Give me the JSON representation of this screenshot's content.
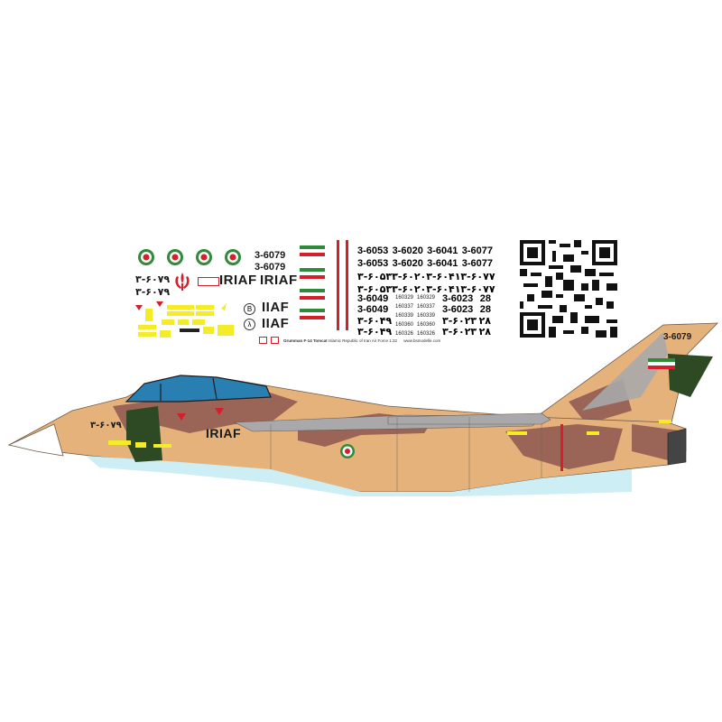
{
  "sheet": {
    "colors": {
      "sand": "#e5b27c",
      "brown": "#9a6457",
      "green": "#2e4a25",
      "canopy": "#2a7fb2",
      "underside": "#cdeef5",
      "grey": "#a9a9ab",
      "roundel_green": "#2f8a3b",
      "roundel_red": "#d4202a",
      "stencil_yellow": "#f3ec27"
    },
    "decals": {
      "serial_top_1": "3-6079",
      "serial_top_2": "3-6079",
      "serial_fa_1": "۳-۶۰۷۹",
      "serial_fa_2": "۳-۶۰۷۹",
      "iriaf_1": "IRIAF",
      "iriaf_2": "IRIAF",
      "iiaf_1": "IIAF",
      "iiaf_2": "IIAF",
      "grid_rows": [
        [
          "3-6053",
          "3-6020",
          "3-6041",
          "3-6077"
        ],
        [
          "3-6053",
          "3-6020",
          "3-6041",
          "3-6077"
        ],
        [
          "۳-۶۰۵۳",
          "۳-۶۰۲۰",
          "۳-۶۰۴۱",
          "۳-۶۰۷۷"
        ],
        [
          "۳-۶۰۵۳",
          "۳-۶۰۲۰",
          "۳-۶۰۴۱",
          "۳-۶۰۷۷"
        ]
      ],
      "lower_left_col": [
        "3-6049",
        "3-6049",
        "۳-۶۰۴۹",
        "۳-۶۰۴۹"
      ],
      "bureau_col_1": [
        "160329",
        "160337",
        "160339",
        "160360",
        "160326"
      ],
      "bureau_col_2": [
        "160329",
        "160337",
        "160339",
        "160360",
        "160326"
      ],
      "lower_right_col": [
        "3-6023",
        "3-6023",
        "۳-۶۰۲۳",
        "۳-۶۰۲۳"
      ],
      "modex_col": [
        "28",
        "28",
        "۲۸",
        "۲۸"
      ],
      "circle_b": "B",
      "circle_lambda": "λ"
    },
    "caption": {
      "title": "Grumman F-14 Tomcat",
      "subtitle": "Islamic Republic of Iran Air Force 1:32",
      "website": "www.bsmodelle.com"
    },
    "aircraft": {
      "tail_serial": "3-6079",
      "nose_serial_fa": "۳-۶۰۷۹",
      "fuselage_marking": "IRIAF"
    },
    "icons": {
      "qr": "qr-code-icon",
      "emblem": "iran-emblem-icon",
      "roundel": "iran-roundel-icon",
      "flag": "iran-flag-icon"
    }
  }
}
